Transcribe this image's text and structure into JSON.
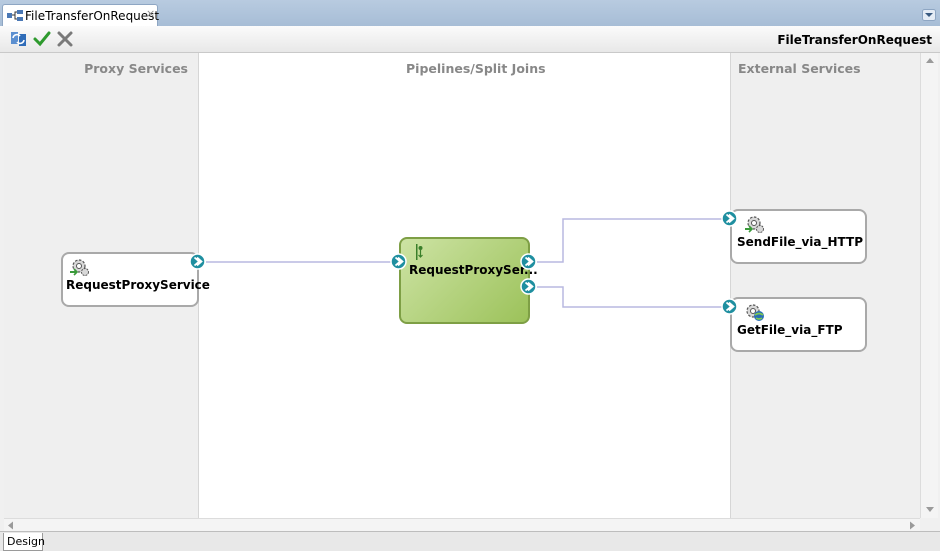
{
  "tab": {
    "title": "FileTransferOnRequest",
    "close": "×"
  },
  "toolbar": {
    "refresh": "refresh-icon",
    "validate": "checkmark-icon",
    "cancel": "close-icon"
  },
  "document_title": "FileTransferOnRequest",
  "lanes": {
    "proxy": "Proxy Services",
    "pipelines": "Pipelines/Split Joins",
    "external": "External Services"
  },
  "nodes": {
    "proxy_service": "RequestProxyService",
    "pipeline": "RequestProxySer...",
    "http_service": "SendFile_via_HTTP",
    "ftp_service": "GetFile_via_FTP"
  },
  "bottom_tabs": {
    "design": "Design"
  },
  "colors": {
    "wire": "#b9b9e0",
    "pipeline_fill": "#a8c96a",
    "port": "#1f8fa0"
  }
}
